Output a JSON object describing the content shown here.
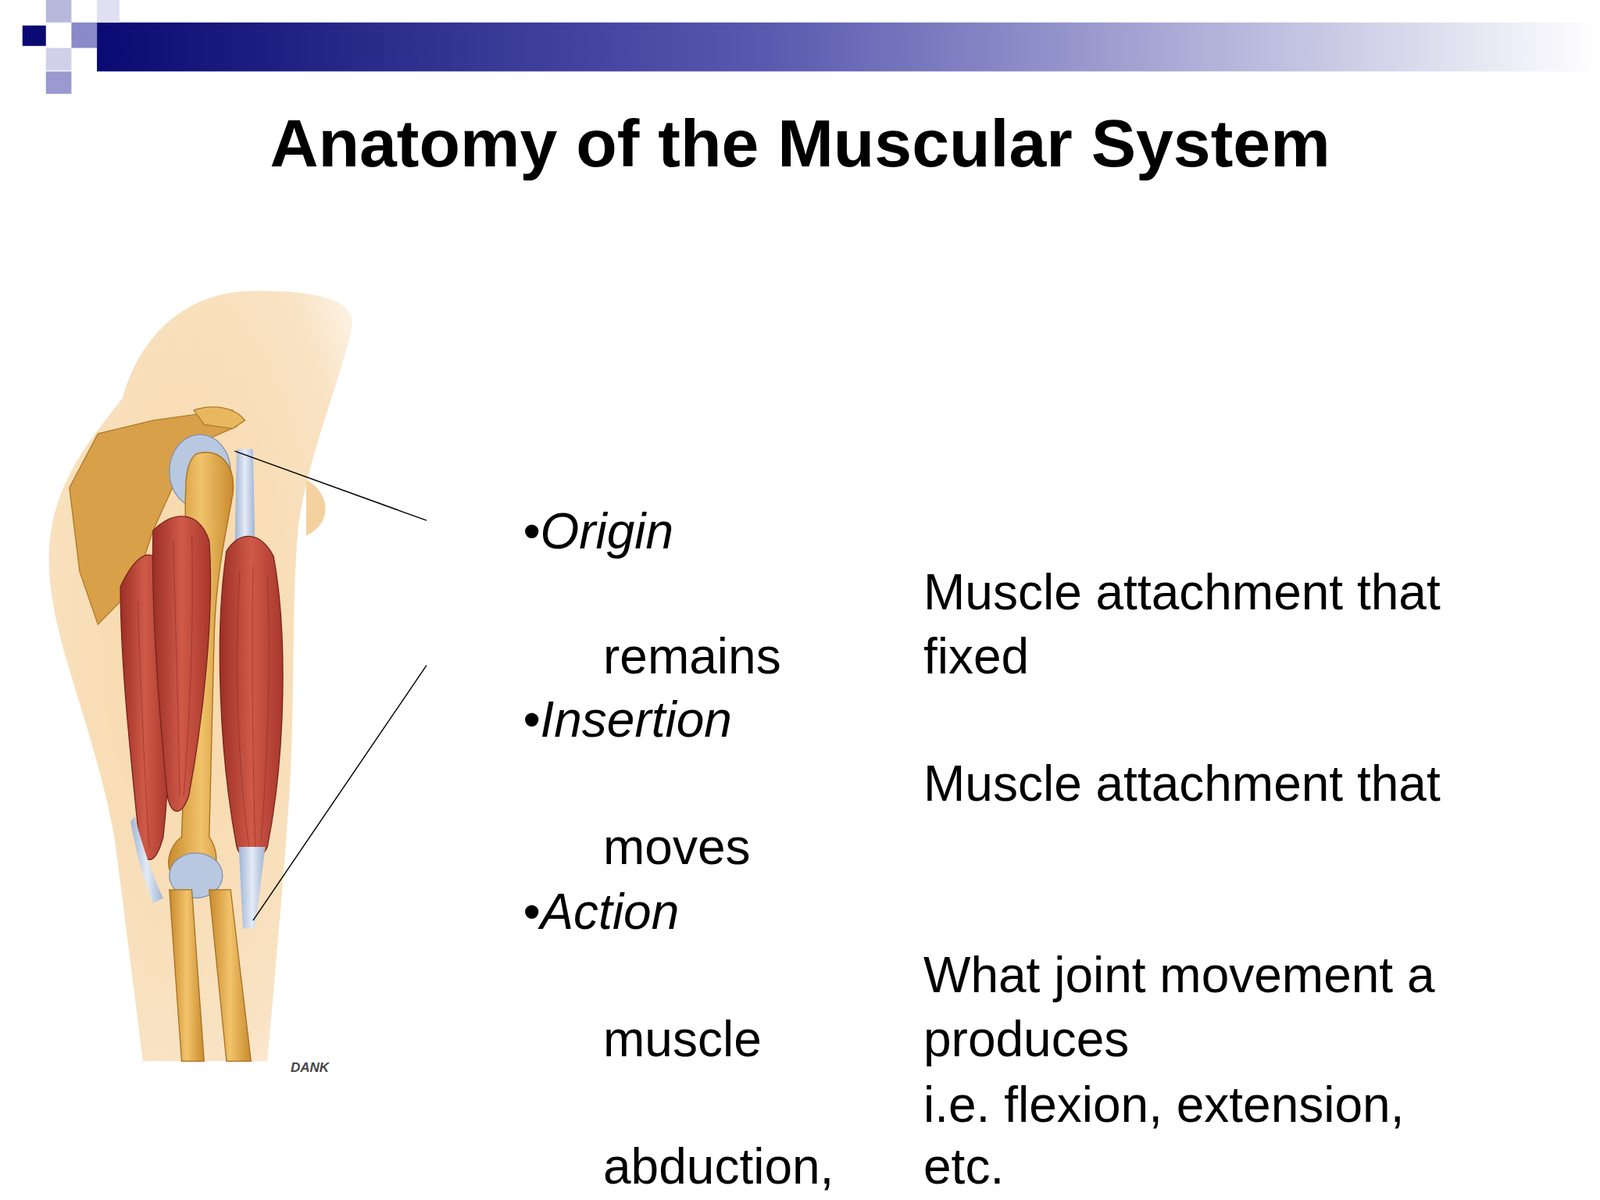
{
  "diagram": {
    "title": "Anatomy of the Muscular System",
    "labels": [
      "•Origin",
      "Muscle attachment that",
      "remains",
      "fixed",
      "•Insertion",
      "Muscle attachment that",
      "moves",
      "•Action",
      "What joint movement a",
      "muscle",
      "produces",
      "i.e. flexion, extension,",
      "abduction,",
      "etc.",
      "DANK"
    ]
  }
}
